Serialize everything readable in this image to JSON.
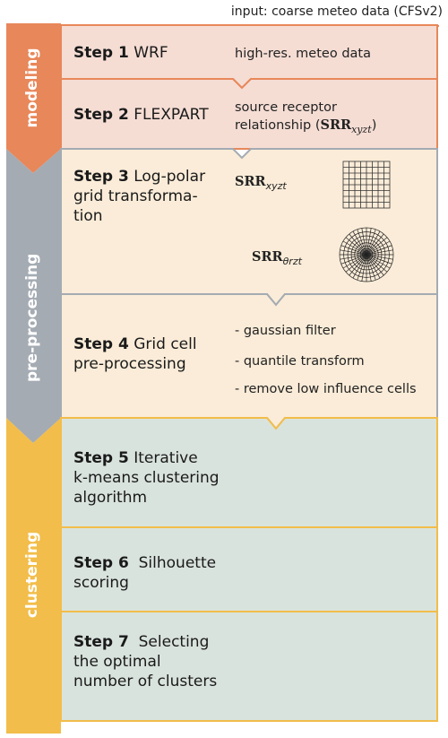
{
  "input_label": "input: coarse meteo data (CFSv2)",
  "phases": {
    "modeling": "modeling",
    "preprocessing": "pre-processing",
    "clustering": "clustering"
  },
  "steps": [
    {
      "step": "Step 1",
      "title": "WRF",
      "note": "high-res. meteo data"
    },
    {
      "step": "Step 2",
      "title": "FLEXPART",
      "note_line1": "source receptor",
      "note_line2": "relationship (",
      "note_math": "SRR",
      "note_sub": "xyzt",
      "note_close": ")"
    },
    {
      "step": "Step 3",
      "title_line1": "Log-polar",
      "title_line2": "grid transforma-",
      "title_line3": "tion",
      "math1": "SRR",
      "sub1": "xyzt",
      "math2": "SRR",
      "sub2": "θrzt"
    },
    {
      "step": "Step 4",
      "title_line1": "Grid cell",
      "title_line2": "pre-processing",
      "bullets": [
        "- gaussian filter",
        "- quantile transform",
        "- remove low influence cells"
      ]
    },
    {
      "step": "Step 5",
      "title_line1": "Iterative",
      "title_line2": "k-means clustering",
      "title_line3": "algorithm"
    },
    {
      "step": "Step 6",
      "title_line1": "Silhouette",
      "title_line2": "scoring"
    },
    {
      "step": "Step 7",
      "title_line1": "Selecting",
      "title_line2": "the optimal",
      "title_line3": "number of clusters"
    }
  ],
  "colors": {
    "modeling_arrow": "#e8875a",
    "preprocessing_arrow": "#a4abb3",
    "clustering_arrow": "#f2bd4a",
    "modeling_box": "#f5ddd4",
    "preprocessing_box": "#faecd8",
    "clustering_box": "#d9e3dd"
  },
  "icons": [
    "cartesian-grid-icon",
    "polar-grid-icon"
  ]
}
